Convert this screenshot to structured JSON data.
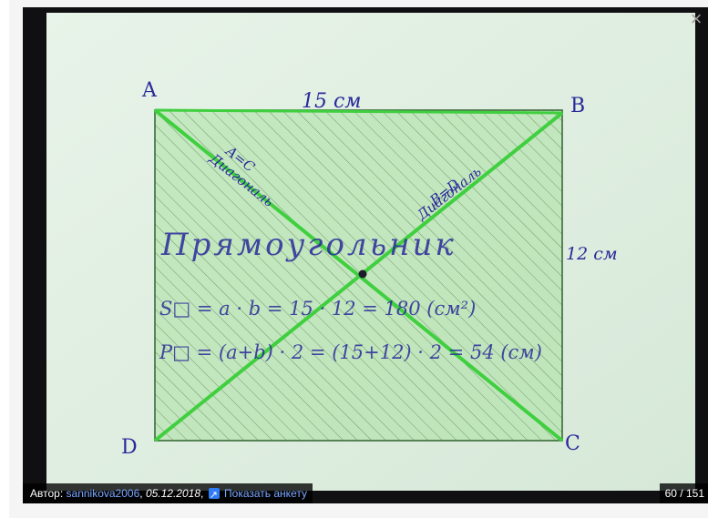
{
  "viewer": {
    "close_icon": "×",
    "counter": "60 / 151"
  },
  "caption": {
    "author_label": "Автор:",
    "author_name": "sannikova2006",
    "sep1": ",",
    "date": "05.12.2018",
    "sep2": ",",
    "link_icon": "external-link-icon",
    "profile_link": "Показать анкету"
  },
  "drawing": {
    "vertex_a": "A",
    "vertex_b": "B",
    "vertex_c": "C",
    "vertex_d": "D",
    "top_length": "15 см",
    "side_length": "12 см",
    "diag1_eq": "A=C",
    "diag1_word": "Диагональ",
    "diag2_eq": "B=D",
    "diag2_word": "Диагональ",
    "title": "Прямоугольник",
    "area_formula": "S□ = a · b = 15 · 12 = 180 (см²)",
    "perimeter_formula": "P□ = (a+b) · 2 = (15+12) · 2 = 54 (см)",
    "ink_color": "#2a2a9a",
    "marker_color": "#3fcf3f",
    "fill_color": "#a9e0a0"
  }
}
